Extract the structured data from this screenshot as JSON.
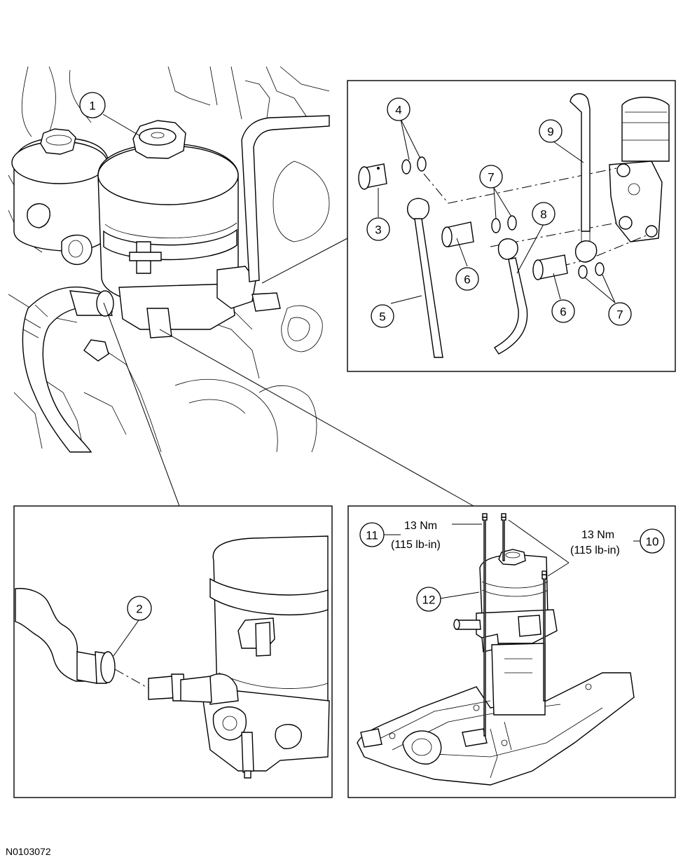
{
  "figure_id": "N0103072",
  "callouts": {
    "c1": "1",
    "c2": "2",
    "c3": "3",
    "c4": "4",
    "c5": "5",
    "c6a": "6",
    "c6b": "6",
    "c7a": "7",
    "c7b": "7",
    "c8": "8",
    "c9": "9",
    "c10": "10",
    "c11": "11",
    "c12": "12"
  },
  "torque_specs": {
    "left": {
      "nm": "13 Nm",
      "lbin": "(115 lb-in)"
    },
    "right": {
      "nm": "13 Nm",
      "lbin": "(115 lb-in)"
    }
  }
}
